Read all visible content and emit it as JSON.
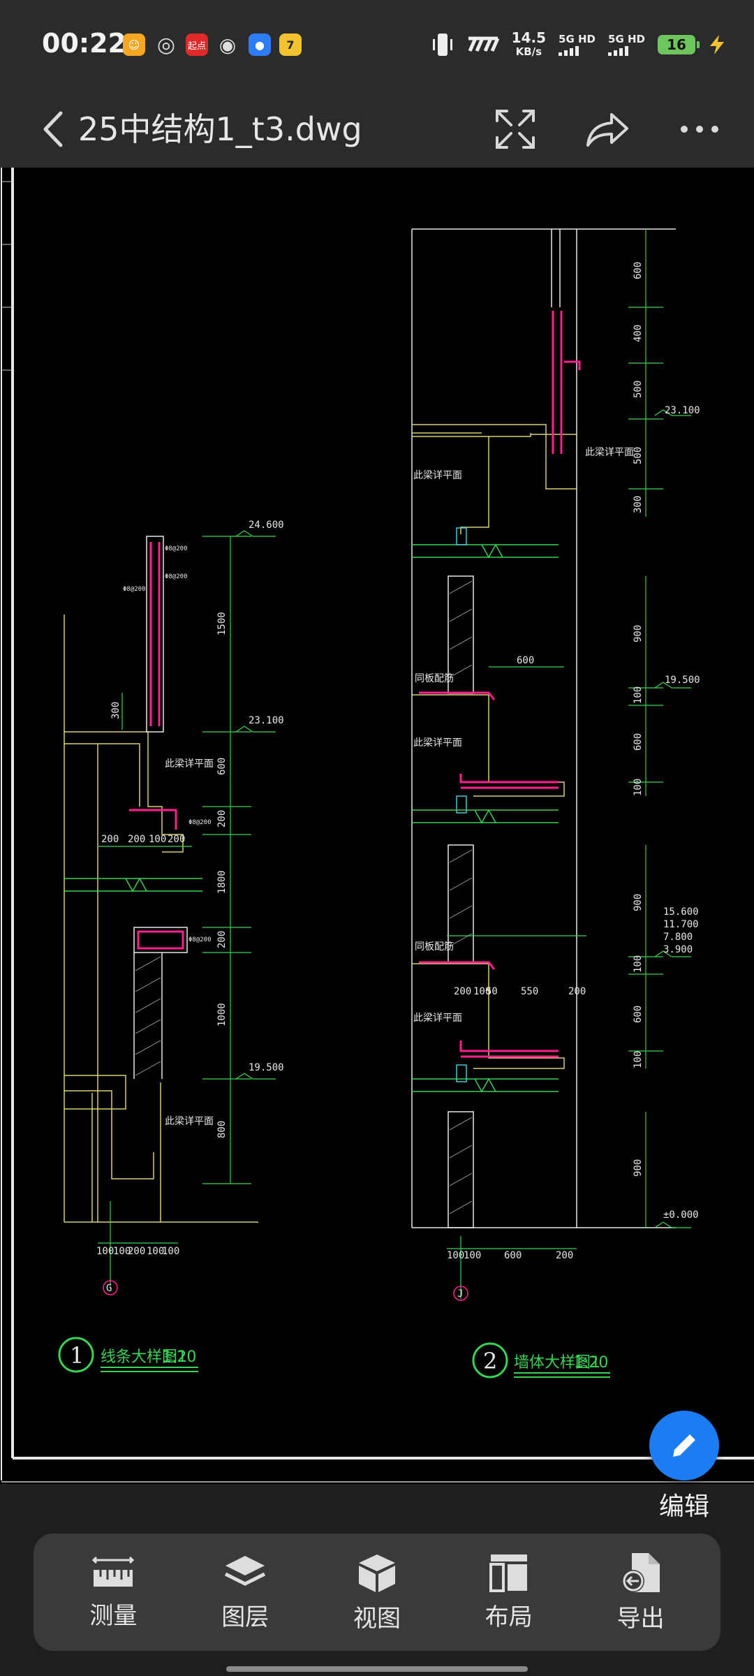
{
  "status_bar": {
    "time": "00:22",
    "app_icons": [
      "notification-app-icon",
      "wechat-icon",
      "qidian-icon",
      "weibo-icon",
      "browser-icon",
      "game-icon"
    ],
    "app_badge_text": "起点",
    "net_speed_value": "14.5",
    "net_speed_unit": "KB/s",
    "signal_1_label": "5G HD",
    "signal_2_label": "5G HD",
    "battery_level": "16"
  },
  "title_bar": {
    "title": "25中结构1_t3.dwg",
    "back_icon": "chevron-left-icon",
    "fullscreen_icon": "fullscreen-icon",
    "share_icon": "share-icon",
    "more_icon": "more-icon"
  },
  "drawing": {
    "left_detail": {
      "dims_vertical": [
        "1500",
        "600",
        "200",
        "1800",
        "200",
        "1000",
        "800",
        "300"
      ],
      "dims_horizontal": [
        "200",
        "200",
        "100",
        "200"
      ],
      "dims_bottom": [
        "100",
        "100",
        "200",
        "100",
        "100"
      ],
      "elevations": [
        "24.600",
        "23.100",
        "19.500"
      ],
      "labels": [
        "此梁详平面",
        "此梁详平面"
      ],
      "rebar_notes": [
        "Φ8@200",
        "Φ8@200",
        "Φ8@200",
        "Φ8@200",
        "Φ8@200"
      ],
      "axis": "G",
      "caption_number": "1",
      "caption_text": "线条大样图1",
      "caption_scale": "1:20"
    },
    "right_detail": {
      "dims_vertical": [
        "600",
        "400",
        "500",
        "500",
        "300",
        "900",
        "100",
        "600",
        "100",
        "900",
        "100",
        "600",
        "100",
        "900"
      ],
      "dims_horizontal_mid": [
        "600"
      ],
      "dims_horizontal_low": [
        "200",
        "100",
        "50",
        "550",
        "200"
      ],
      "dims_bottom": [
        "100",
        "100",
        "600",
        "200"
      ],
      "elevations": [
        "23.100",
        "19.500",
        "15.600",
        "11.700",
        "7.800",
        "3.900",
        "±0.000"
      ],
      "labels": [
        "此梁详平面",
        "此梁详平面",
        "此梁详平面",
        "此梁详平面"
      ],
      "panel_labels": [
        "同板配筋",
        "同板配筋"
      ],
      "axis": "J",
      "caption_number": "2",
      "caption_text": "墙体大样图1",
      "caption_scale": "1:20"
    }
  },
  "edit": {
    "icon": "pen-icon",
    "label": "编辑"
  },
  "toolbar": {
    "items": [
      {
        "label": "测量",
        "icon": "ruler-icon"
      },
      {
        "label": "图层",
        "icon": "layers-icon"
      },
      {
        "label": "视图",
        "icon": "cube-icon"
      },
      {
        "label": "布局",
        "icon": "layout-icon"
      },
      {
        "label": "导出",
        "icon": "export-icon"
      }
    ]
  },
  "colors": {
    "canvas": "#000000",
    "cad_green": "#39d353",
    "cad_magenta": "#ff1f8f",
    "cad_white": "#e8e8e8",
    "cad_yellow": "#d8d070",
    "cad_cyan": "#48c8d8",
    "fab_blue": "#1e7cf2"
  }
}
